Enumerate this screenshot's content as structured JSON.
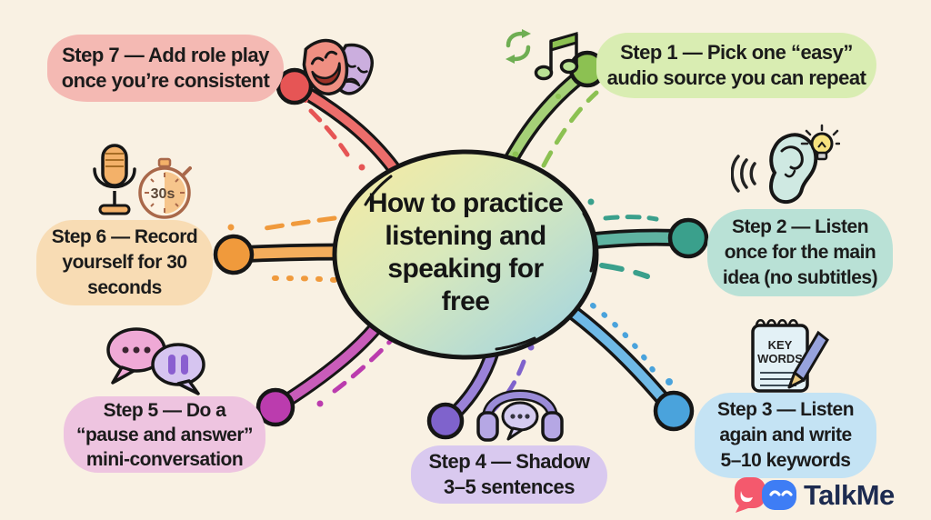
{
  "background_color": "#f9f1e3",
  "center": {
    "lines": [
      "How to practice",
      "listening and",
      "speaking for",
      "free"
    ],
    "fill_top": "#f8eba1",
    "fill_mid": "#d9e9bb",
    "fill_bottom": "#9ed2e4",
    "text_color": "#151515"
  },
  "steps": [
    {
      "step": 1,
      "lines": [
        "Step 1 — Pick one “easy”",
        "audio source you can repeat"
      ],
      "pill_color": "#d9edb2",
      "node_color": "#8cc152",
      "branch_color": "#a5d177",
      "icon": "music-note-with-repeat-arrows"
    },
    {
      "step": 2,
      "lines": [
        "Step 2 — Listen",
        "once for the main",
        "idea (no subtitles)"
      ],
      "pill_color": "#b9e1d6",
      "node_color": "#3aa08c",
      "branch_color": "#5fb3a1",
      "icon": "ear-with-sound-waves-and-lightbulb"
    },
    {
      "step": 3,
      "lines": [
        "Step 3 — Listen",
        "again and write",
        "5–10 keywords"
      ],
      "pill_color": "#c4e3f4",
      "node_color": "#4aa3dc",
      "branch_color": "#6fb9e6",
      "icon": "keywords-notepad-with-pen"
    },
    {
      "step": 4,
      "lines": [
        "Step 4 — Shadow",
        "3–5 sentences"
      ],
      "pill_color": "#d9c9ef",
      "node_color": "#7f63cc",
      "branch_color": "#9a82d8",
      "icon": "headphones-with-speech-bubble"
    },
    {
      "step": 5,
      "lines": [
        "Step 5 — Do a",
        "“pause and answer”",
        "mini-conversation"
      ],
      "pill_color": "#eec4e0",
      "node_color": "#bb3cae",
      "branch_color": "#c95cba",
      "icon": "chat-bubbles-with-pause"
    },
    {
      "step": 6,
      "lines": [
        "Step 6 — Record",
        "yourself for 30",
        "seconds"
      ],
      "pill_color": "#f8dcb4",
      "node_color": "#f09a3c",
      "branch_color": "#f3ad5c",
      "icon": "microphone-and-stopwatch"
    },
    {
      "step": 7,
      "lines": [
        "Step 7 — Add role play",
        "once you’re consistent"
      ],
      "pill_color": "#f4b9b3",
      "node_color": "#e65555",
      "branch_color": "#ec6d6b",
      "icon": "theater-masks"
    }
  ],
  "icon_labels": {
    "stopwatch": "30s",
    "notepad_line1": "KEY",
    "notepad_line2": "WORDS"
  },
  "logo": {
    "text": "TalkMe",
    "text_color": "#1d2b50",
    "left_bubble_color": "#f4596d",
    "right_bubble_color": "#3e7df5"
  }
}
